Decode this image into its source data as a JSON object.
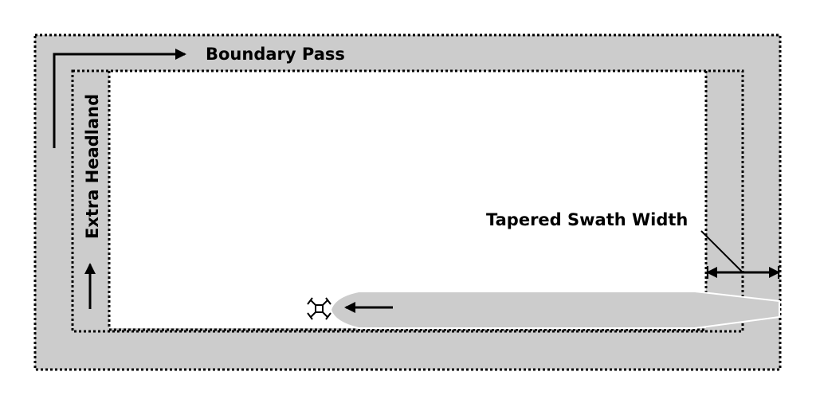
{
  "labels": {
    "boundary_pass": "Boundary Pass",
    "extra_headland": "Extra Headland",
    "tapered_swath_width": "Tapered Swath Width"
  },
  "colors": {
    "fill": "#cccccc",
    "field": "#ffffff",
    "line": "#000000"
  },
  "icons": [
    "drone-icon",
    "arrow-left-icon",
    "arrow-up-icon",
    "arrow-right-icon",
    "double-arrow-icon"
  ]
}
